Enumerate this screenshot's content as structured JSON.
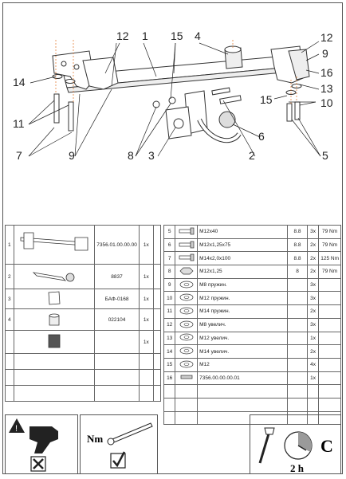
{
  "diagram": {
    "callouts": {
      "c1": "1",
      "c2": "2",
      "c3": "3",
      "c4": "4",
      "c5": "5",
      "c6": "6",
      "c7": "7",
      "c8": "8",
      "c9a": "9",
      "c9b": "9",
      "c10": "10",
      "c11": "11",
      "c12a": "12",
      "c12b": "12",
      "c13": "13",
      "c14": "14",
      "c15a": "15",
      "c15b": "15",
      "c16": "16"
    }
  },
  "left_table": {
    "rows": [
      {
        "num": "1",
        "code": "7356.01.00.00.00",
        "qty": "1x"
      },
      {
        "num": "2",
        "code": "8837",
        "qty": "1x"
      },
      {
        "num": "3",
        "code": "БАФ-0168",
        "qty": "1x"
      },
      {
        "num": "4",
        "code": "022104",
        "qty": "1x"
      },
      {
        "num": "",
        "code": "",
        "qty": "1x"
      }
    ]
  },
  "right_table": {
    "rows": [
      {
        "num": "5",
        "name": "M12x40",
        "grade": "8.8",
        "qty": "3x",
        "torque": "79 Nm"
      },
      {
        "num": "6",
        "name": "M12x1,25x75",
        "grade": "8.8",
        "qty": "2x",
        "torque": "79 Nm"
      },
      {
        "num": "7",
        "name": "M14x2,0x100",
        "grade": "8.8",
        "qty": "2x",
        "torque": "125 Nm"
      },
      {
        "num": "8",
        "name": "M12x1,25",
        "grade": "8",
        "qty": "2x",
        "torque": "79 Nm"
      },
      {
        "num": "9",
        "name": "M8 пружин.",
        "grade": "",
        "qty": "3x",
        "torque": ""
      },
      {
        "num": "10",
        "name": "M12 пружин.",
        "grade": "",
        "qty": "3x",
        "torque": ""
      },
      {
        "num": "11",
        "name": "M14 пружин.",
        "grade": "",
        "qty": "2x",
        "torque": ""
      },
      {
        "num": "12",
        "name": "M8 увелич.",
        "grade": "",
        "qty": "3x",
        "torque": ""
      },
      {
        "num": "13",
        "name": "M12 увелич.",
        "grade": "",
        "qty": "1x",
        "torque": ""
      },
      {
        "num": "14",
        "name": "M14 увелич.",
        "grade": "",
        "qty": "2x",
        "torque": ""
      },
      {
        "num": "15",
        "name": "M12",
        "grade": "",
        "qty": "4x",
        "torque": ""
      },
      {
        "num": "16",
        "name": "7356.00.00.00.01",
        "grade": "",
        "qty": "1x",
        "torque": ""
      }
    ]
  },
  "footer": {
    "torque_label": "Nm",
    "time_label": "2 h",
    "class_letter": "C"
  }
}
